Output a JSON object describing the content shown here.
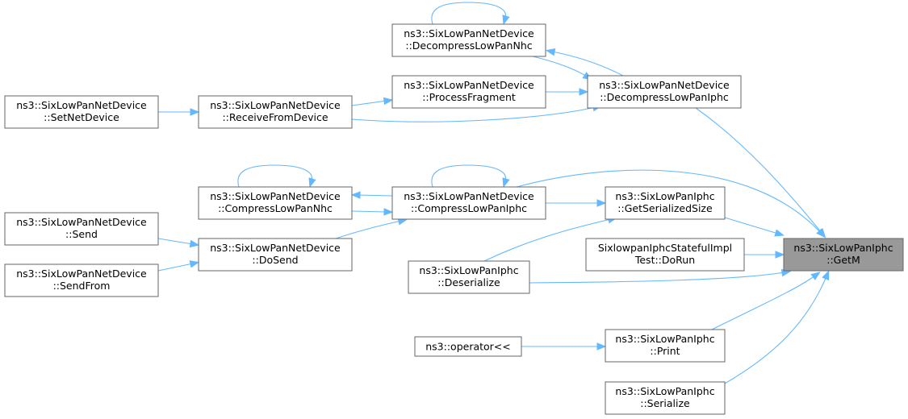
{
  "graph": {
    "direction": "callers-of-focus",
    "edge_color": "#63b8ff",
    "node_border_color": "#666666",
    "focus_fill_color": "#999999",
    "nodes": {
      "getm": {
        "line1": "ns3::SixLowPanIphc",
        "line2": "::GetM",
        "focus": true
      },
      "decompressIphc": {
        "line1": "ns3::SixLowPanNetDevice",
        "line2": "::DecompressLowPanIphc"
      },
      "decompressNhc": {
        "line1": "ns3::SixLowPanNetDevice",
        "line2": "::DecompressLowPanNhc"
      },
      "processFragment": {
        "line1": "ns3::SixLowPanNetDevice",
        "line2": "::ProcessFragment"
      },
      "receiveFromDevice": {
        "line1": "ns3::SixLowPanNetDevice",
        "line2": "::ReceiveFromDevice"
      },
      "setNetDevice": {
        "line1": "ns3::SixLowPanNetDevice",
        "line2": "::SetNetDevice"
      },
      "compressIphc": {
        "line1": "ns3::SixLowPanNetDevice",
        "line2": "::CompressLowPanIphc"
      },
      "compressNhc": {
        "line1": "ns3::SixLowPanNetDevice",
        "line2": "::CompressLowPanNhc"
      },
      "getSerializedSize": {
        "line1": "ns3::SixLowPanIphc",
        "line2": "::GetSerializedSize"
      },
      "doSend": {
        "line1": "ns3::SixLowPanNetDevice",
        "line2": "::DoSend"
      },
      "send": {
        "line1": "ns3::SixLowPanNetDevice",
        "line2": "::Send"
      },
      "sendFrom": {
        "line1": "ns3::SixLowPanNetDevice",
        "line2": "::SendFrom"
      },
      "doRun": {
        "line1": "SixlowpanIphcStatefulImpl",
        "line2": "Test::DoRun"
      },
      "deserialize": {
        "line1": "ns3::SixLowPanIphc",
        "line2": "::Deserialize"
      },
      "print": {
        "line1": "ns3::SixLowPanIphc",
        "line2": "::Print"
      },
      "operator": {
        "line1": "ns3::operator<<"
      },
      "serialize": {
        "line1": "ns3::SixLowPanIphc",
        "line2": "::Serialize"
      }
    },
    "edges": [
      {
        "from": "decompressIphc",
        "to": "getm"
      },
      {
        "from": "compressIphc",
        "to": "getm"
      },
      {
        "from": "getSerializedSize",
        "to": "getm"
      },
      {
        "from": "doRun",
        "to": "getm"
      },
      {
        "from": "deserialize",
        "to": "getm"
      },
      {
        "from": "print",
        "to": "getm"
      },
      {
        "from": "serialize",
        "to": "getm"
      },
      {
        "from": "decompressIphc",
        "to": "decompressNhc"
      },
      {
        "from": "decompressNhc",
        "to": "decompressIphc"
      },
      {
        "from": "decompressNhc",
        "to": "decompressNhc"
      },
      {
        "from": "processFragment",
        "to": "decompressIphc"
      },
      {
        "from": "receiveFromDevice",
        "to": "processFragment"
      },
      {
        "from": "receiveFromDevice",
        "to": "decompressIphc"
      },
      {
        "from": "setNetDevice",
        "to": "receiveFromDevice"
      },
      {
        "from": "compressIphc",
        "to": "compressIphc"
      },
      {
        "from": "compressIphc",
        "to": "compressNhc"
      },
      {
        "from": "compressNhc",
        "to": "compressIphc"
      },
      {
        "from": "compressNhc",
        "to": "compressNhc"
      },
      {
        "from": "compressIphc",
        "to": "getSerializedSize"
      },
      {
        "from": "doSend",
        "to": "compressIphc"
      },
      {
        "from": "send",
        "to": "doSend"
      },
      {
        "from": "sendFrom",
        "to": "doSend"
      },
      {
        "from": "deserialize",
        "to": "getSerializedSize"
      },
      {
        "from": "operator",
        "to": "print"
      }
    ]
  }
}
